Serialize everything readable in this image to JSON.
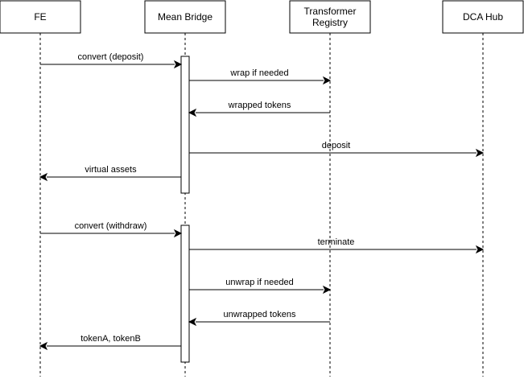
{
  "participants": [
    {
      "id": "fe",
      "lines": [
        "FE"
      ]
    },
    {
      "id": "mean-bridge",
      "lines": [
        "Mean Bridge"
      ]
    },
    {
      "id": "transformer-registry",
      "lines": [
        "Transformer",
        "Registry"
      ]
    },
    {
      "id": "dca-hub",
      "lines": [
        "DCA Hub"
      ]
    }
  ],
  "messages": [
    {
      "id": "convert-deposit",
      "from": "fe",
      "to": "mean-bridge",
      "label": "convert (deposit)"
    },
    {
      "id": "wrap-if-needed",
      "from": "mean-bridge",
      "to": "transformer-registry",
      "label": "wrap if needed"
    },
    {
      "id": "wrapped-tokens",
      "from": "transformer-registry",
      "to": "mean-bridge",
      "label": "wrapped tokens"
    },
    {
      "id": "deposit",
      "from": "mean-bridge",
      "to": "dca-hub",
      "label": "deposit"
    },
    {
      "id": "virtual-assets",
      "from": "mean-bridge",
      "to": "fe",
      "label": "virtual assets"
    },
    {
      "id": "convert-withdraw",
      "from": "fe",
      "to": "mean-bridge",
      "label": "convert (withdraw)"
    },
    {
      "id": "terminate",
      "from": "mean-bridge",
      "to": "dca-hub",
      "label": "terminate"
    },
    {
      "id": "unwrap-if-needed",
      "from": "mean-bridge",
      "to": "transformer-registry",
      "label": "unwrap if needed"
    },
    {
      "id": "unwrapped-tokens",
      "from": "transformer-registry",
      "to": "mean-bridge",
      "label": "unwrapped tokens"
    },
    {
      "id": "tokena-tokenb",
      "from": "mean-bridge",
      "to": "fe",
      "label": "tokenA, tokenB"
    }
  ],
  "activations": [
    {
      "id": "deposit-flow",
      "participant": "mean-bridge"
    },
    {
      "id": "withdraw-flow",
      "participant": "mean-bridge"
    }
  ]
}
